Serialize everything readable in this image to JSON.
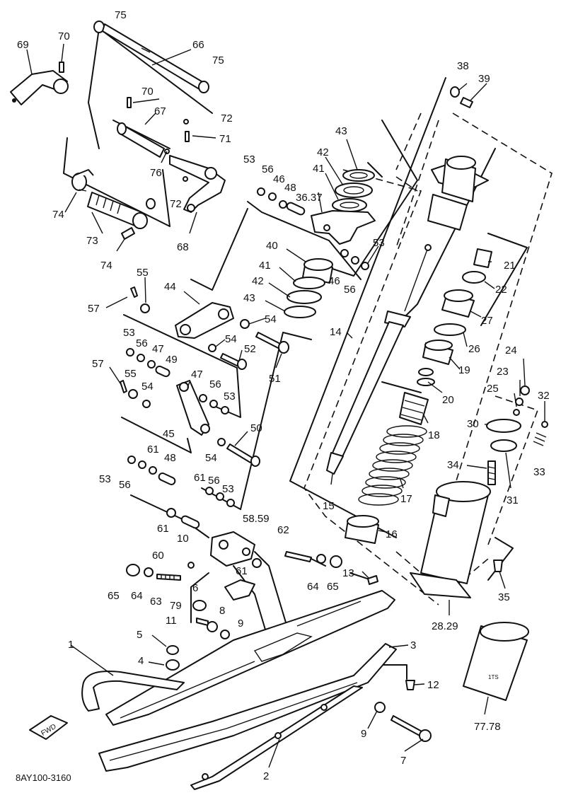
{
  "diagram_code": "8AY100-3160",
  "fwd_label": "FWD",
  "shock_tag": "1ТS",
  "callouts": {
    "c75a": "75",
    "c70a": "70",
    "c69": "69",
    "c66": "66",
    "c75b": "75",
    "c70b": "70",
    "c67": "67",
    "c72a": "72",
    "c71": "71",
    "c76": "76",
    "c72b": "72",
    "c74a": "74",
    "c73": "73",
    "c74b": "74",
    "c68": "68",
    "c53a": "53",
    "c56a": "56",
    "c46a": "46",
    "c48a": "48",
    "c3637": "36.37",
    "c43a": "43",
    "c42a": "42",
    "c41a": "41",
    "c53b": "53",
    "c40": "40",
    "c41b": "41",
    "c42b": "42",
    "c43b": "43",
    "c46b": "46",
    "c56b": "56",
    "c55a": "55",
    "c57a": "57",
    "c44": "44",
    "c54a": "54",
    "c54b": "54",
    "c52": "52",
    "c51": "51",
    "c53c": "53",
    "c56c": "56",
    "c47a": "47",
    "c49": "49",
    "c57b": "57",
    "c55b": "55",
    "c54c": "54",
    "c47b": "47",
    "c56d": "56",
    "c53d": "53",
    "c45": "45",
    "c54d": "54",
    "c50": "50",
    "c53e": "53",
    "c61a": "61",
    "c48b": "48",
    "c56e": "56",
    "c61b": "61",
    "c56f": "56",
    "c53f": "53",
    "c61c": "61",
    "c10": "10",
    "c5859": "58.59",
    "c60": "60",
    "c62": "62",
    "c61d": "61",
    "c65a": "65",
    "c64a": "64",
    "c63": "63",
    "c6": "6",
    "c79": "79",
    "c8": "8",
    "c11": "11",
    "c9a": "9",
    "c64b": "64",
    "c65b": "65",
    "c13": "13",
    "c5": "5",
    "c4": "4",
    "c1": "1",
    "c3": "3",
    "c12": "12",
    "c9b": "9",
    "c7": "7",
    "c2": "2",
    "c14": "14",
    "c15": "15",
    "c38": "38",
    "c39": "39",
    "c21": "21",
    "c22": "22",
    "c27": "27",
    "c26": "26",
    "c19": "19",
    "c20": "20",
    "c18": "18",
    "c17": "17",
    "c16": "16",
    "c24": "24",
    "c23": "23",
    "c25": "25",
    "c32": "32",
    "c30": "30",
    "c33": "33",
    "c34": "34",
    "c31": "31",
    "c35": "35",
    "c2829": "28.29",
    "c7778": "77.78"
  }
}
